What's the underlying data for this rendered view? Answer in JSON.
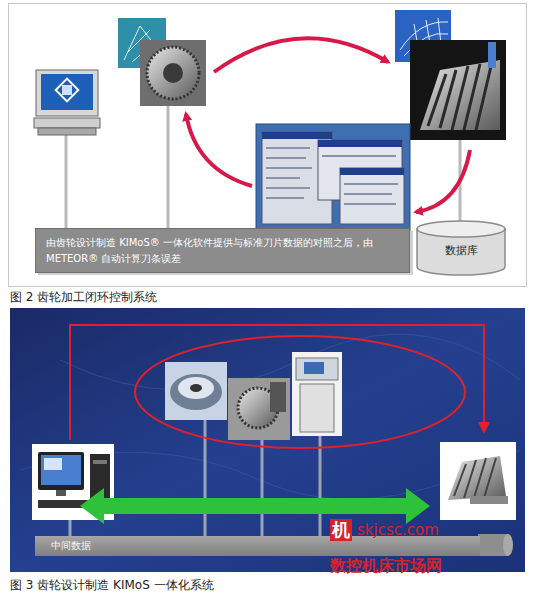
{
  "diagram": {
    "nodes": [
      {
        "text": [
          "由齿轮设计制造 KIMoS® 一体化软件提供与标准刀片数据的对照之后，由 METEOR® 自动计算刀条误差"
        ]
      },
      {
        "text": [
          "数据库"
        ]
      },
      {
        "text": [
          "中间数据"
        ]
      }
    ],
    "labels": [
      "图 2 齿轮加工闭环控制系统",
      "图 3 齿轮设计制造 KIMoS 一体化系统",
      "机",
      "skjcsc.com",
      "数控机床市场网"
    ]
  }
}
